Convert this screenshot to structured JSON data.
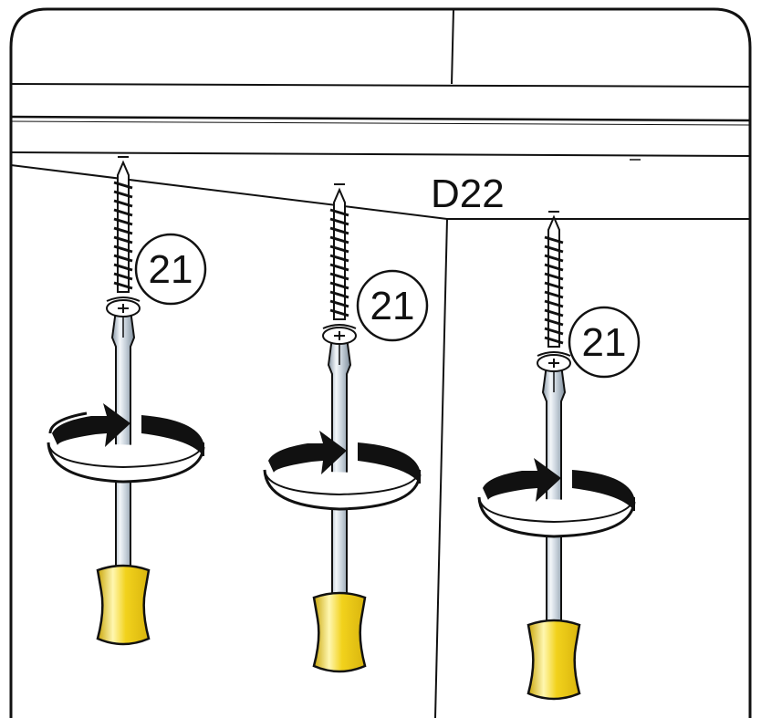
{
  "part_label": "D22",
  "screw_callouts": [
    {
      "label": "21"
    },
    {
      "label": "21"
    },
    {
      "label": "21"
    }
  ],
  "colors": {
    "line": "#111111",
    "background": "#ffffff",
    "handle_yellow": "#f2d21c",
    "handle_highlight": "#fff7b0",
    "handle_shadow": "#c9a60a",
    "shaft_light": "#e6edf3",
    "shaft_dark": "#8a99a8"
  },
  "icons": [
    "screw-icon",
    "screwdriver-icon",
    "rotation-arrow-icon"
  ]
}
